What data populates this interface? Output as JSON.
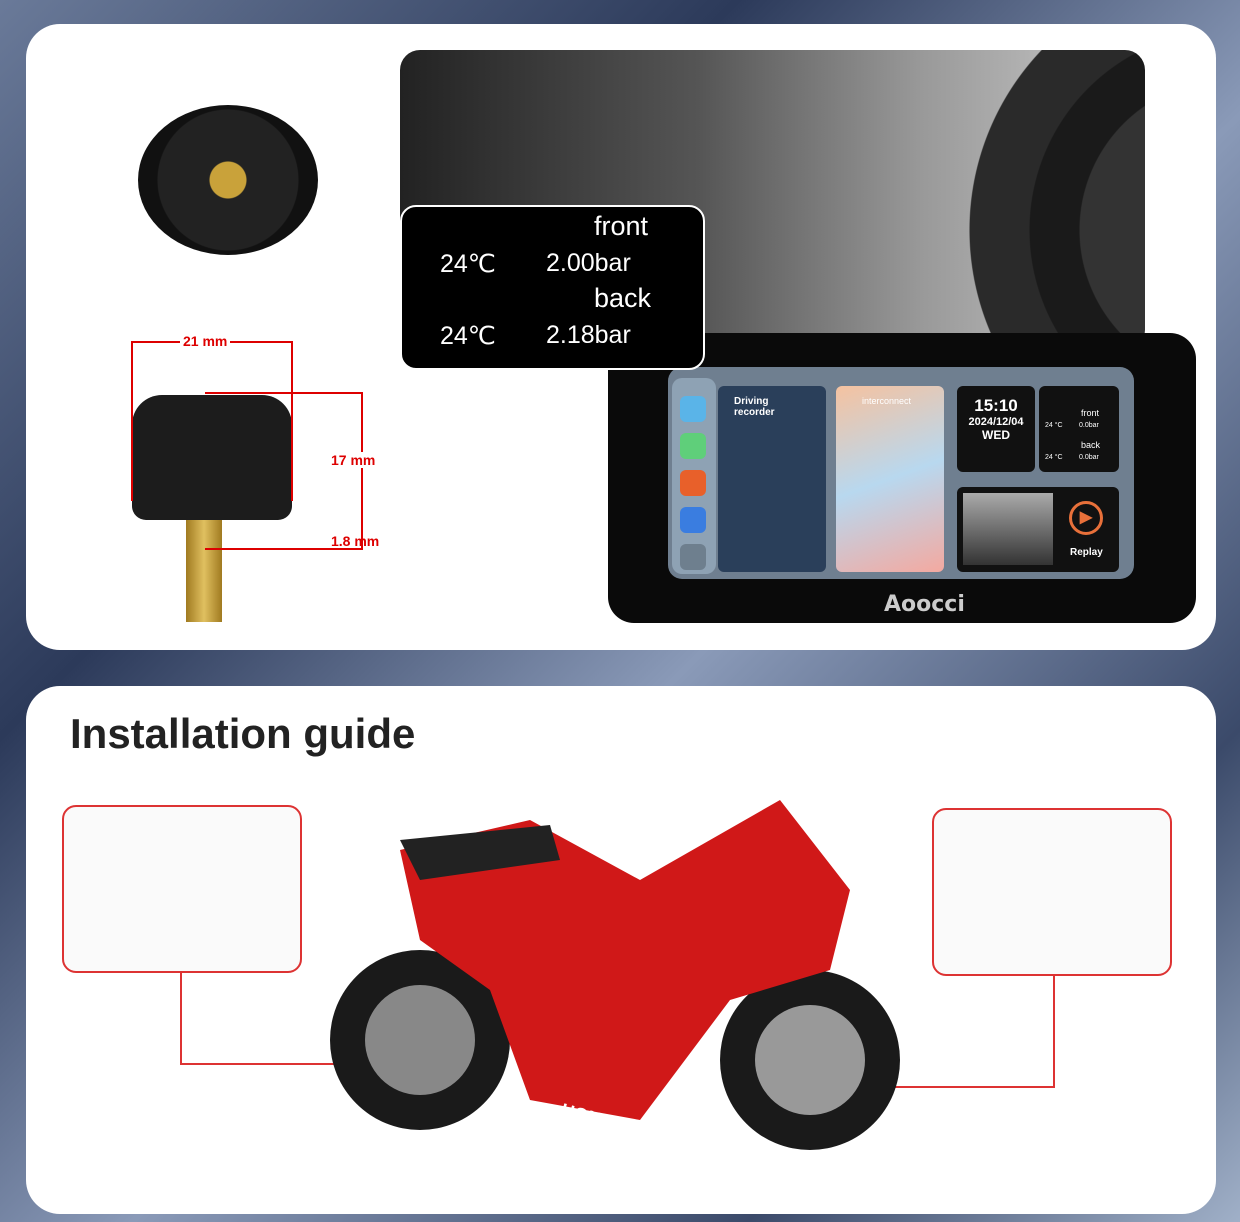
{
  "tpms_display": {
    "front_label": "front",
    "front_temp": "24℃",
    "front_pressure": "2.00bar",
    "back_label": "back",
    "back_temp": "24℃",
    "back_pressure": "2.18bar"
  },
  "dimensions": {
    "width": "21 mm",
    "height": "17 mm",
    "thread": "1.8 mm"
  },
  "device": {
    "brand": "Aoocci",
    "tiles": {
      "driving_recorder": "Driving recorder",
      "interconnect": "interconnect",
      "time": "15:10",
      "date": "2024/12/04",
      "weekday": "WED",
      "front": "front",
      "front_temp": "24 °C",
      "front_pressure": "0.0bar",
      "back": "back",
      "back_temp": "24 °C",
      "back_pressure": "0.0bar",
      "replay": "Replay"
    },
    "side_icons": [
      "home-icon",
      "brightness-icon",
      "volume-icon",
      "bluetooth-icon",
      "settings-icon"
    ]
  },
  "guide": {
    "title": "Installation guide",
    "bike_brand": "HONDA",
    "accent": "#d33333"
  }
}
